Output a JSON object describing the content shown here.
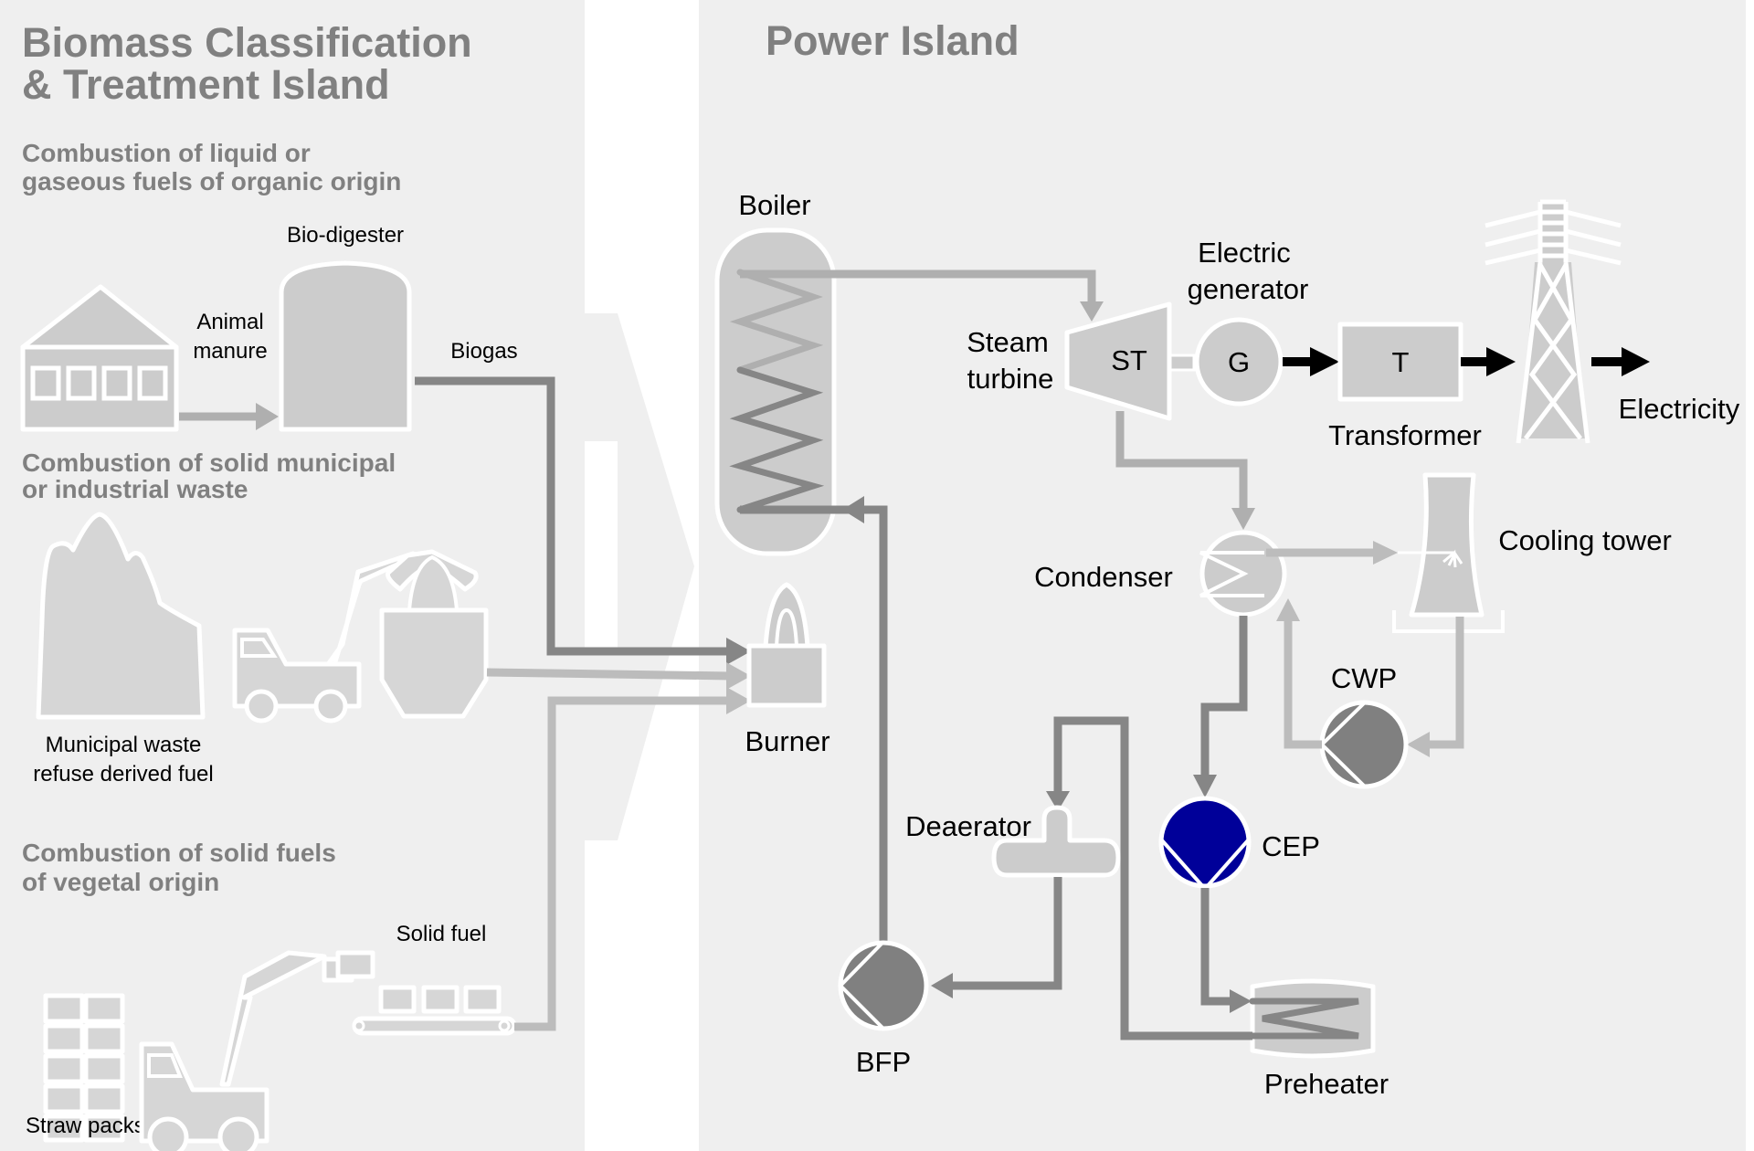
{
  "left_island": {
    "title_line1": "Biomass Classification",
    "title_line2": "& Treatment Island",
    "sections": [
      {
        "heading_line1": "Combustion of liquid or",
        "heading_line2": "gaseous fuels of organic origin",
        "labels": {
          "digester": "Bio-digester",
          "manure_line1": "Animal",
          "manure_line2": "manure",
          "biogas": "Biogas"
        }
      },
      {
        "heading_line1": "Combustion of solid municipal",
        "heading_line2": "or industrial waste",
        "labels": {
          "waste_line1": "Municipal waste",
          "waste_line2": "refuse derived fuel"
        }
      },
      {
        "heading_line1": "Combustion of solid fuels",
        "heading_line2": "of vegetal origin",
        "labels": {
          "solid_fuel": "Solid fuel",
          "straw": "Straw packs"
        }
      }
    ]
  },
  "power_island": {
    "title": "Power Island",
    "labels": {
      "boiler": "Boiler",
      "burner": "Burner",
      "steam_turbine_line1": "Steam",
      "steam_turbine_line2": "turbine",
      "st_symbol": "ST",
      "generator_line1": "Electric",
      "generator_line2": "generator",
      "g_symbol": "G",
      "transformer": "Transformer",
      "t_symbol": "T",
      "electricity": "Electricity",
      "condenser": "Condenser",
      "cooling_tower": "Cooling tower",
      "cwp": "CWP",
      "cep": "CEP",
      "deaerator": "Deaerator",
      "bfp": "BFP",
      "preheater": "Preheater"
    }
  },
  "colors": {
    "panel_bg": "#efefef",
    "equipment_fill": "#cccccc",
    "pump_fill": "#808080",
    "cep_fill": "#000099",
    "title_text": "#808080",
    "electric_flow": "#000000"
  }
}
